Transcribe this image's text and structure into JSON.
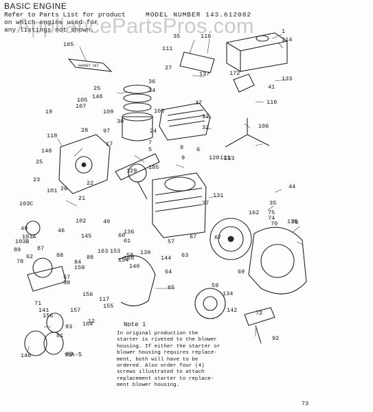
{
  "header": {
    "title": "BASIC ENGINE",
    "ref_lines": [
      "Refer to Parts List for product",
      "on which engine used for",
      "any listings not shown."
    ],
    "model": "MODEL NUMBER 143.612082"
  },
  "watermark": "AppliancePartsPros.com",
  "note": {
    "heading": "Note 1",
    "lines": [
      "In original production the",
      "starter is riveted to the blower",
      "housing. If either the starter or",
      "blower housing requires replace-",
      "ment, both will have to be",
      "ordered. Also order four (4)",
      "screws illustrated to attach",
      "replacement starter to replace-",
      "ment blower housing."
    ]
  },
  "page_code": "A-5",
  "callouts": [
    "165",
    "35",
    "116",
    "1",
    "114",
    "111",
    "27",
    "137",
    "172",
    "133",
    "36",
    "34",
    "41",
    "25",
    "148",
    "37",
    "116",
    "105",
    "107",
    "109",
    "108",
    "30",
    "33",
    "32",
    "19",
    "28",
    "97",
    "106",
    "118",
    "24",
    "7",
    "5",
    "6",
    "120",
    "121",
    "133",
    "148",
    "17",
    "8",
    "9",
    "105",
    "25",
    "129",
    "23",
    "26",
    "22",
    "44",
    "131",
    "101",
    "21",
    "35",
    "103C",
    "37",
    "75",
    "74",
    "76",
    "67",
    "102",
    "162",
    "49",
    "40",
    "136",
    "70",
    "135",
    "103B",
    "103A",
    "46",
    "145",
    "60",
    "61",
    "57",
    "58",
    "62",
    "88",
    "87",
    "163",
    "153",
    "154",
    "140",
    "88",
    "139",
    "144",
    "67",
    "63",
    "89",
    "78",
    "84",
    "159",
    "160",
    "64",
    "69",
    "57",
    "58",
    "156",
    "117",
    "65",
    "59",
    "134",
    "71",
    "155",
    "141",
    "157",
    "142",
    "156",
    "72",
    "164",
    "12",
    "93",
    "81",
    "90",
    "91",
    "146",
    "92",
    "73"
  ]
}
